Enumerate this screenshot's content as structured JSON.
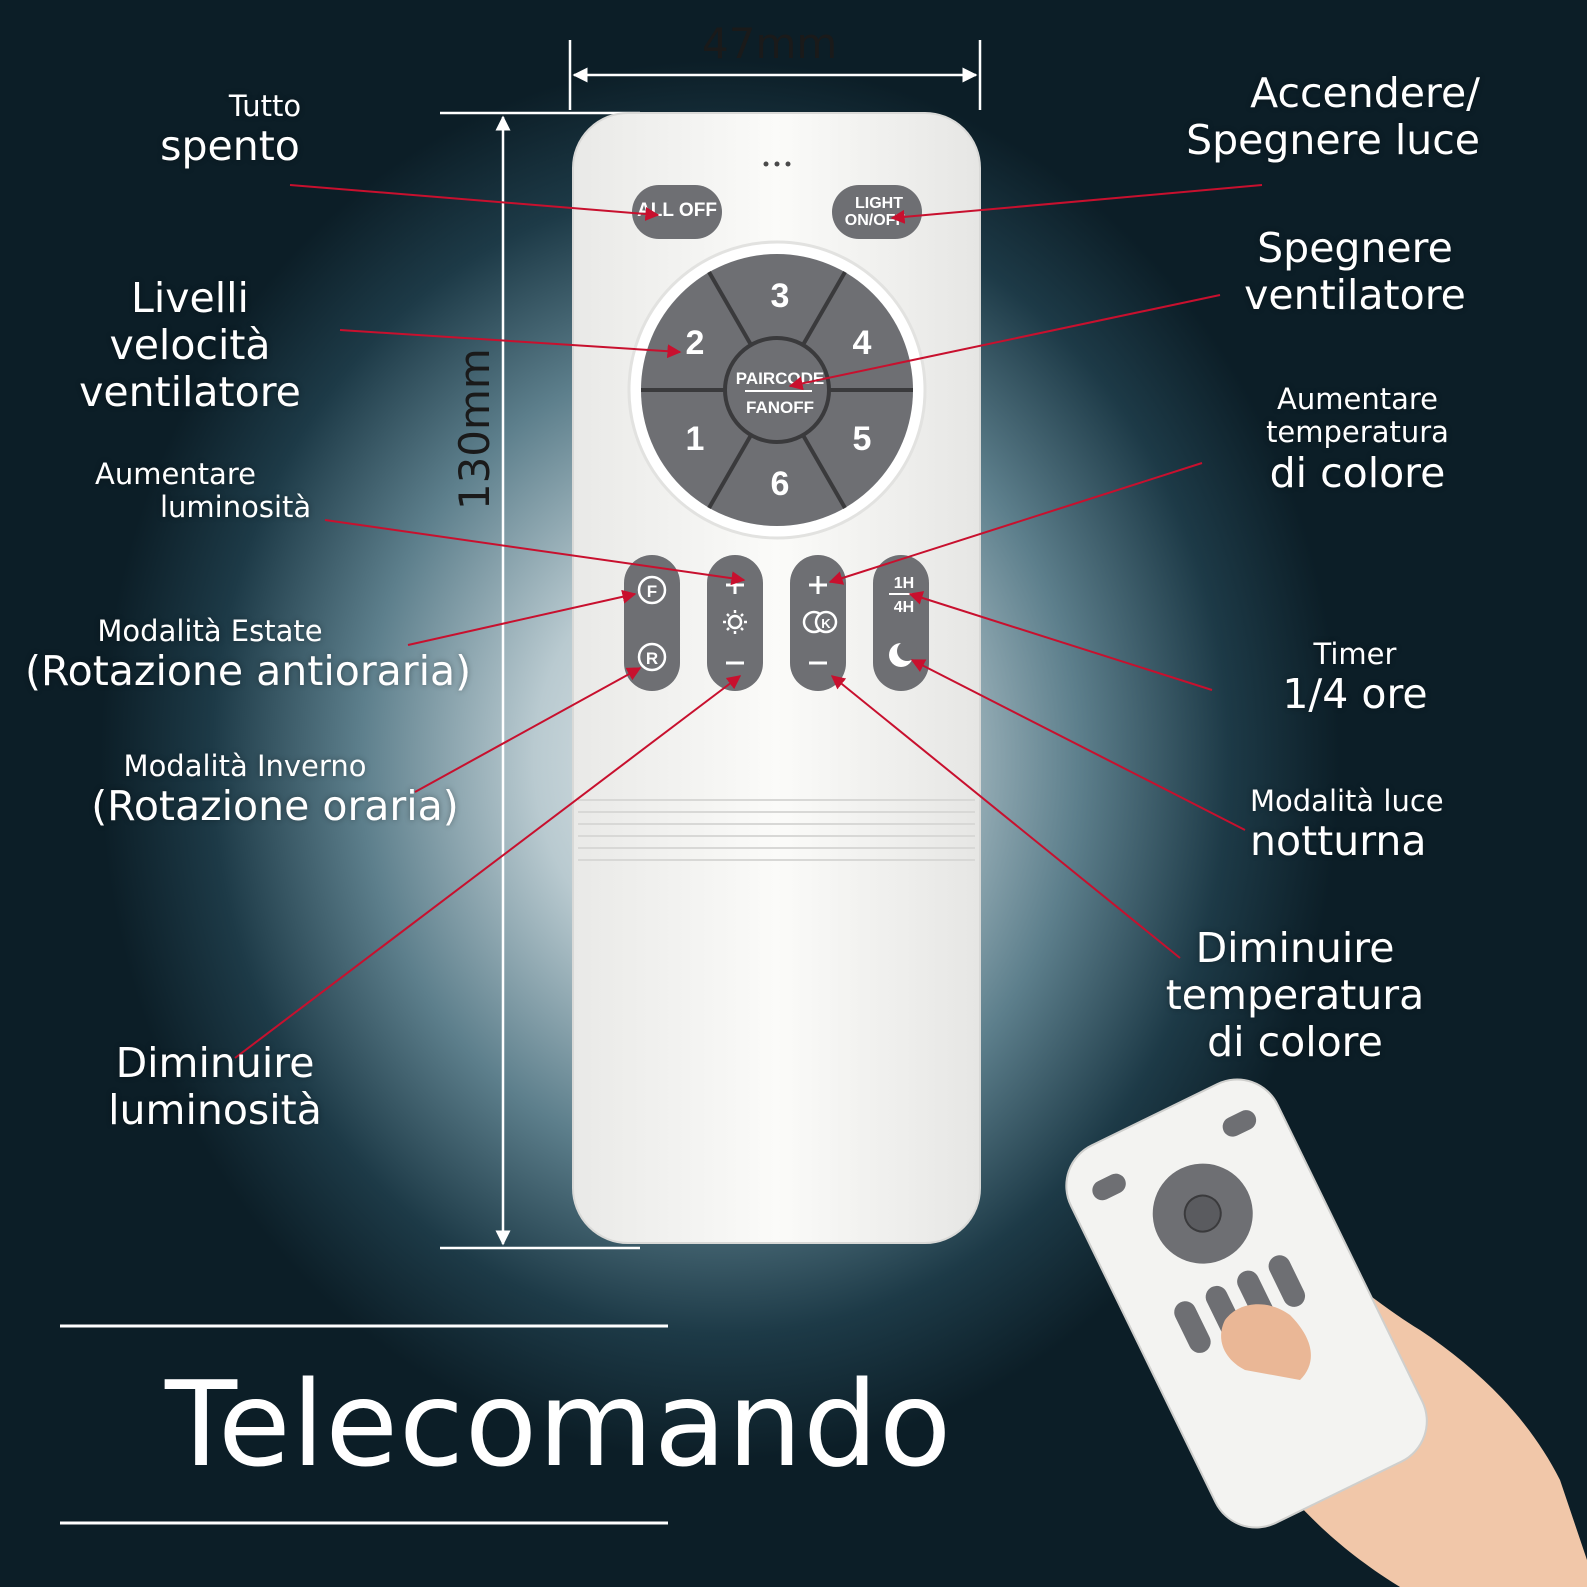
{
  "dimensions": {
    "width": "47mm",
    "height": "130mm"
  },
  "remote_buttons": {
    "all_off": "ALL OFF",
    "light_line1": "LIGHT",
    "light_line2": "ON/OFF",
    "center_line1": "PAIRCODE",
    "center_line2": "FANOFF",
    "speeds": [
      "1",
      "2",
      "3",
      "4",
      "5",
      "6"
    ],
    "timer_1h": "1H",
    "timer_4h": "4H",
    "season_f": "F",
    "season_r": "R",
    "color_k": "K"
  },
  "labels": {
    "tutto_spento": [
      "Tutto",
      "spento"
    ],
    "livelli": [
      "Livelli",
      "velocità",
      "ventilatore"
    ],
    "aumentare_luminosita": [
      "Aumentare",
      "luminosità"
    ],
    "modalita_estate": [
      "Modalità Estate",
      "(Rotazione antioraria)"
    ],
    "modalita_inverno": [
      "Modalità Inverno",
      "(Rotazione oraria)"
    ],
    "diminuire_luminosita": [
      "Diminuire",
      "luminosità"
    ],
    "accendere_luce": [
      "Accendere/",
      "Spegnere luce"
    ],
    "spegnere_ventilatore": [
      "Spegnere",
      "ventilatore"
    ],
    "aumentare_temperatura": [
      "Aumentare",
      "temperatura",
      "di colore"
    ],
    "timer": [
      "Timer",
      "1/4 ore"
    ],
    "modalita_notturna": [
      "Modalità luce",
      "notturna"
    ],
    "diminuire_temperatura": [
      "Diminuire",
      "temperatura",
      "di colore"
    ]
  },
  "title": "Telecomando",
  "colors": {
    "arrow": "#c8102e",
    "button": "#6e6f73",
    "remote": "#f2f2f0"
  }
}
